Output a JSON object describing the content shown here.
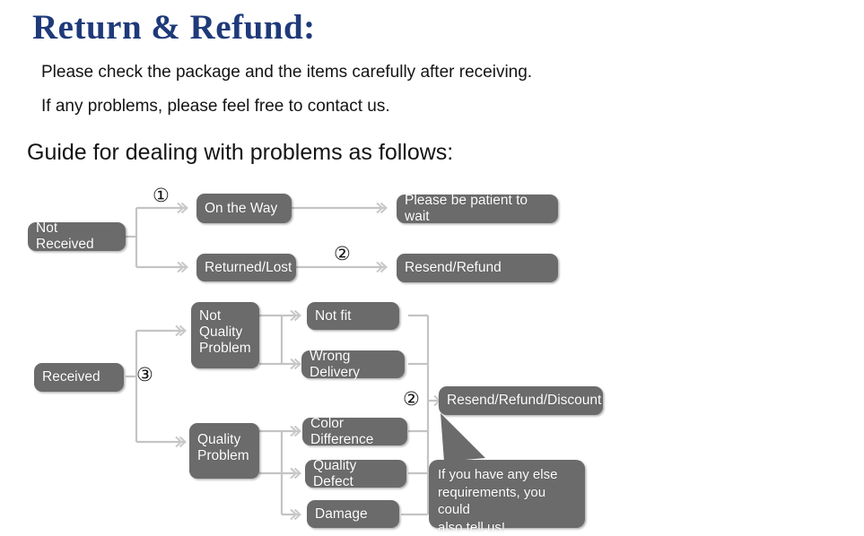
{
  "header": {
    "title": "Return & Refund:",
    "line1": "Please check the package and the items carefully after receiving.",
    "line2": "If any problems, please feel free to contact us.",
    "guide": "Guide for dealing with problems as follows:"
  },
  "colors": {
    "title_blue": "#1F3A7A",
    "node_gray": "#6B6B6B",
    "node_text": "#FFFFFF",
    "wire_gray": "#BFBFBF",
    "background": "#FFFFFF",
    "body_text": "#141414"
  },
  "flow": {
    "nodes": {
      "not_received": "Not Received",
      "on_the_way": "On the Way",
      "returned_lost": "Returned/Lost",
      "please_wait": "Please be patient to wait",
      "resend_refund": "Resend/Refund",
      "received": "Received",
      "not_quality_problem_l1": "Not",
      "not_quality_problem_l2": "Quality",
      "not_quality_problem_l3": "Problem",
      "quality_problem_l1": "Quality",
      "quality_problem_l2": "Problem",
      "not_fit": "Not fit",
      "wrong_delivery": "Wrong Delivery",
      "color_difference": "Color Difference",
      "quality_defect": "Quality Defect",
      "damage": "Damage",
      "resend_refund_discount": "Resend/Refund/Discount"
    },
    "markers": {
      "one": "①",
      "two_top": "②",
      "two_bottom": "②",
      "three": "③"
    },
    "callout": {
      "line1": "If you have any else",
      "line2": "requirements, you could",
      "line3": "also tell us!"
    }
  }
}
